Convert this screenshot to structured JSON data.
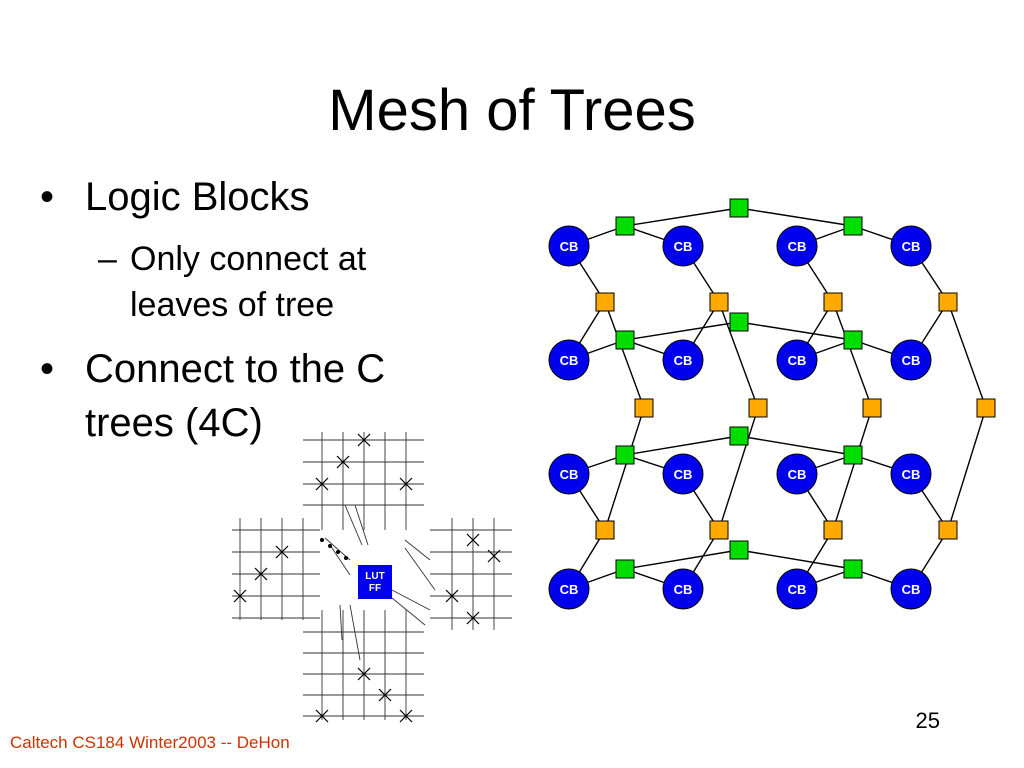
{
  "slide": {
    "title": "Mesh of Trees",
    "bullets": [
      {
        "text": "Logic Blocks",
        "subbullets": [
          "Only connect at",
          "leaves of tree"
        ]
      },
      {
        "text": "Connect to the C",
        "continuation": "trees (4C)"
      }
    ],
    "page_number": "25",
    "footer": "Caltech CS184 Winter2003 -- DeHon"
  },
  "diagram": {
    "node_label": "CB",
    "lut_label_line1": "LUT",
    "lut_label_line2": "FF",
    "colors": {
      "cb_fill": "#0000ee",
      "green_switch": "#00dd00",
      "orange_switch": "#ffaa00",
      "line": "#000000"
    }
  }
}
